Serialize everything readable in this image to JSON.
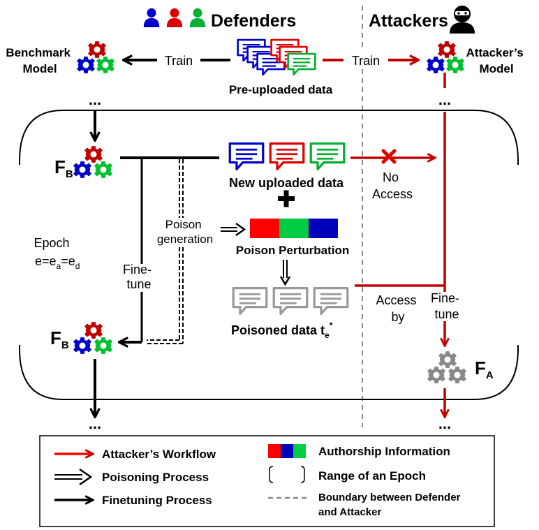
{
  "header": {
    "defenders_label": "Defenders",
    "attackers_label": "Attackers"
  },
  "nodes": {
    "benchmark_model_line1": "Benchmark",
    "benchmark_model_line2": "Model",
    "attacker_model_line1": "Attacker’s",
    "attacker_model_line2": "Model",
    "pre_uploaded_data": "Pre-uploaded data",
    "new_uploaded_data": "New uploaded data",
    "poison_perturbation": "Poison Perturbation",
    "poisoned_data": "Poisoned data t",
    "poisoned_data_sub": "e",
    "poisoned_data_sup": "*",
    "fb_main": "F",
    "fb_sub": "B",
    "fa_main": "F",
    "fa_sub": "A"
  },
  "edges": {
    "train_left": "Train",
    "train_right": "Train",
    "no_access_line1": "No",
    "no_access_line2": "Access",
    "access_by_line1": "Access",
    "access_by_line2": "by",
    "finetune_left_line1": "Fine-",
    "finetune_left_line2": "tune",
    "finetune_right_line1": "Fine-",
    "finetune_right_line2": "tune",
    "poison_gen_line1": "Poison",
    "poison_gen_line2": "generation",
    "ellipsis": "..."
  },
  "epoch": {
    "line1": "Epoch",
    "line2_prefix": "e=e",
    "sub_a": "a",
    "mid": "=e",
    "sub_d": "d"
  },
  "legend": {
    "attacker_workflow": "Attacker’s Workflow",
    "poisoning_process": "Poisoning Process",
    "finetuning_process": "Finetuning Process",
    "authorship_info": "Authorship Information",
    "range_epoch": "Range of an Epoch",
    "boundary_line1": "Boundary between Defender",
    "boundary_line2": "and Attacker"
  },
  "colors": {
    "red": "#c00000",
    "bright_red": "#ff0000",
    "blue": "#0000cc",
    "green": "#00c030",
    "gray": "#888888",
    "black": "#000000"
  }
}
